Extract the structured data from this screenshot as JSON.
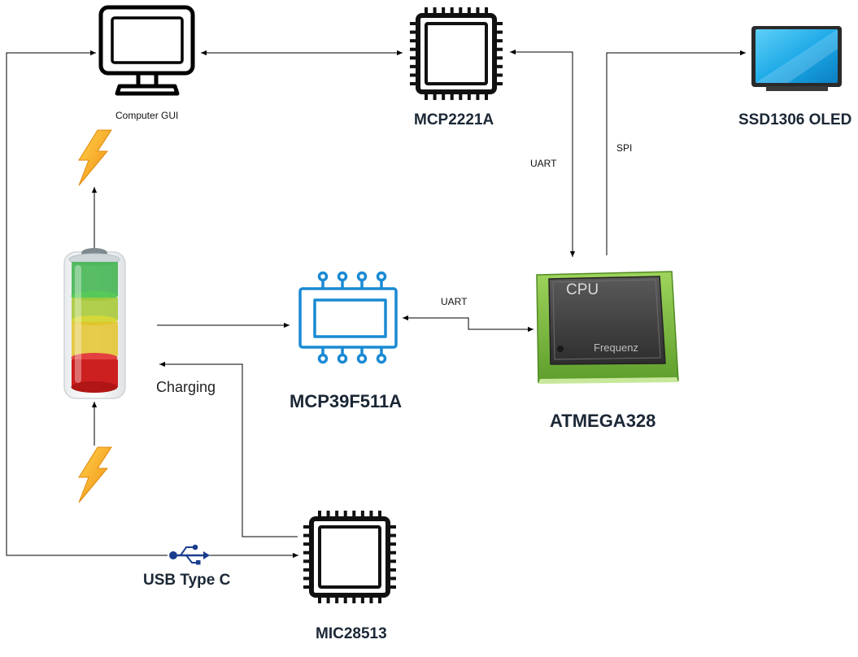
{
  "nodes": {
    "computer": "Computer GUI",
    "mcp2221a": "MCP2221A",
    "oled": "SSD1306 OLED",
    "atmega": "ATMEGA328",
    "mcp39f511a": "MCP39F511A",
    "mic28513": "MIC28513"
  },
  "edges": {
    "uart_top": "UART",
    "spi": "SPI",
    "uart_mid": "UART",
    "charging": "Charging",
    "usb": "USB Type C"
  },
  "cpu": {
    "title": "CPU",
    "subtitle": "Frequenz"
  },
  "icons": {
    "computer": "monitor-icon",
    "chip": "ic-chip-icon",
    "oled": "display-icon",
    "cpu": "cpu-icon",
    "ic": "ic-outline-icon",
    "battery": "battery-level-icon",
    "bolt": "lightning-bolt-icon",
    "usb": "usb-icon"
  },
  "colors": {
    "line": "#000000",
    "chip": "#111111",
    "ic_blue": "#1a8ad4",
    "usb_blue": "#1a3d8f",
    "oled_screen": "#1aa7e6",
    "bolt": "#f5a41c",
    "cpu_green": "#7dbf3f"
  }
}
